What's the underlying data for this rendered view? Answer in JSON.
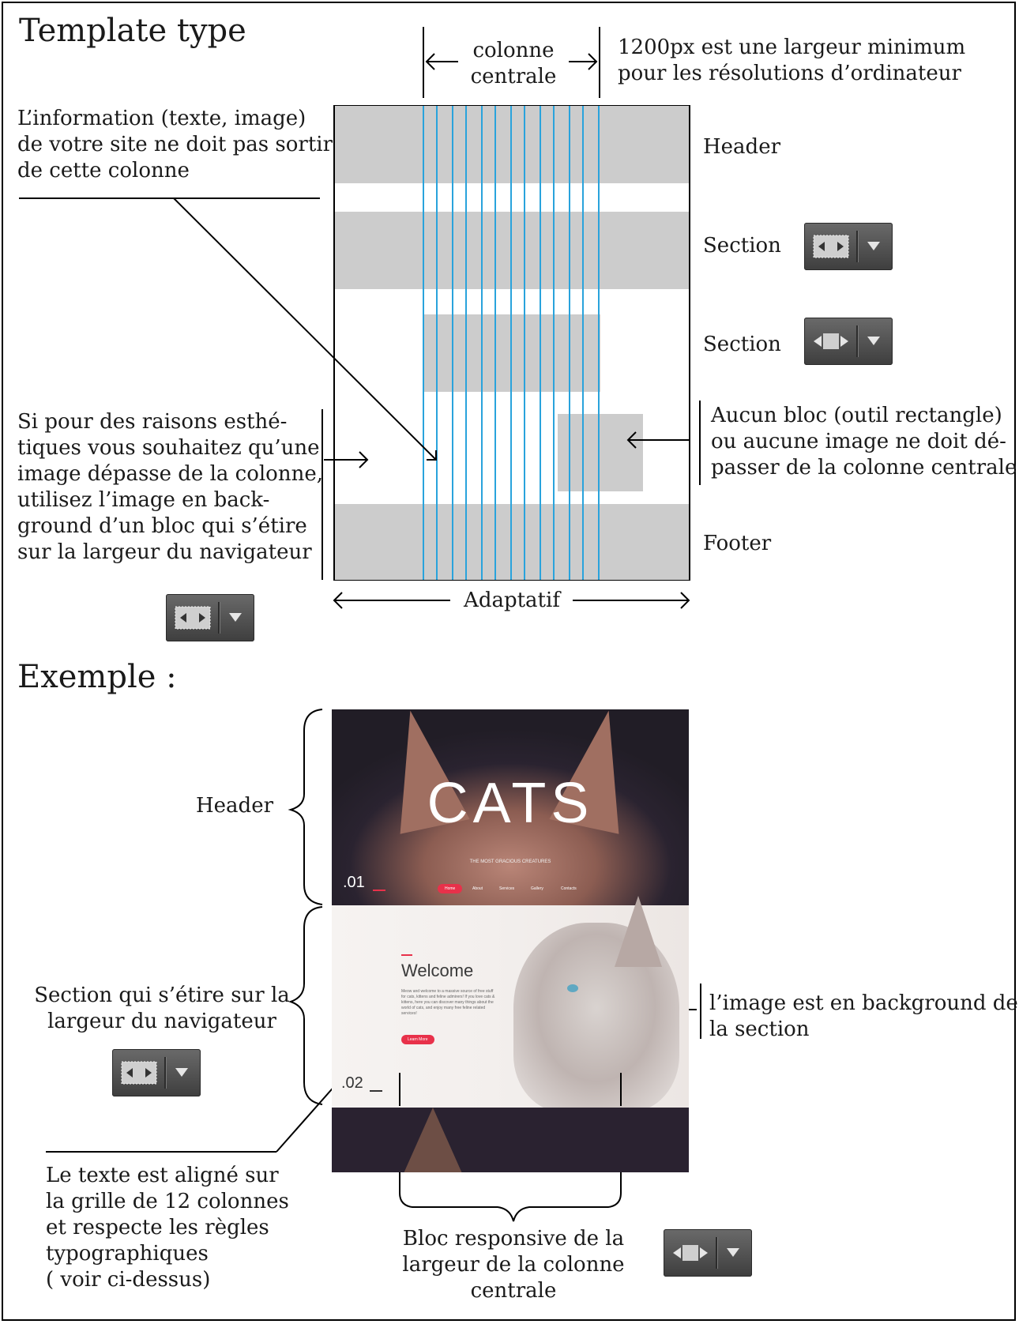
{
  "title": "Template type",
  "top_label": {
    "line1": "colonne",
    "line2": "centrale"
  },
  "min_width_note": {
    "line1": "1200px est une largeur minimum",
    "line2": "pour les résolutions d’ordinateur"
  },
  "info_note": {
    "lines": [
      "L’information (texte, image)",
      "de votre site ne doit pas sortir",
      "de cette colonne"
    ]
  },
  "right_labels": {
    "header": "Header",
    "section1": "Section",
    "section2": "Section",
    "footer": "Footer"
  },
  "block_note": {
    "lines": [
      "Aucun bloc (outil rectangle)",
      "ou aucune image ne doit dé-",
      "passer de la colonne centrale"
    ]
  },
  "aesthetic_note": {
    "lines": [
      "Si pour des raisons esthé-",
      "tiques vous souhaitez qu’une",
      "image dépasse de la colonne,",
      "utilisez l’image en back-",
      "ground d’un bloc qui s’étire",
      "sur la largeur du navigateur"
    ]
  },
  "adaptive_label": "Adaptatif",
  "example_title": "Exemple :",
  "example": {
    "header_label": "Header",
    "section_label": {
      "line1": "Section qui s’étire sur la",
      "line2": "largeur du navigateur"
    },
    "background_note": {
      "line1": "l’image est en background de",
      "line2": "la section"
    },
    "text_note": {
      "lines": [
        "Le texte est aligné sur",
        "la grille de 12 colonnes",
        "et respecte les règles",
        "typographiques",
        "( voir ci-dessus)"
      ]
    },
    "responsive_note": {
      "lines": [
        "Bloc responsive  de la",
        "largeur de la colonne",
        "centrale"
      ]
    }
  },
  "icons": {
    "full_width": "stretch-full-width-icon",
    "column_width": "column-width-icon",
    "dropdown": "chevron-down-icon"
  },
  "mockup": {
    "hero_word": "CATS",
    "tagline": "THE MOST GRACIOUS CREATURES",
    "num1": ".01",
    "nav": [
      "Home",
      "About",
      "Services",
      "Gallery",
      "Contacts"
    ],
    "welcome": "Welcome",
    "paragraph": "Meow and welcome to a massive source of free stuff for cats, kittens and feline admirers! If you love cats & kittens, here you can discover many things about the world of cats, and enjoy many free feline related services!",
    "button": "Learn More",
    "num2": ".02"
  },
  "colors": {
    "grid": "#29a3dc",
    "block": "#cccccc",
    "accent": "#e8314a"
  }
}
